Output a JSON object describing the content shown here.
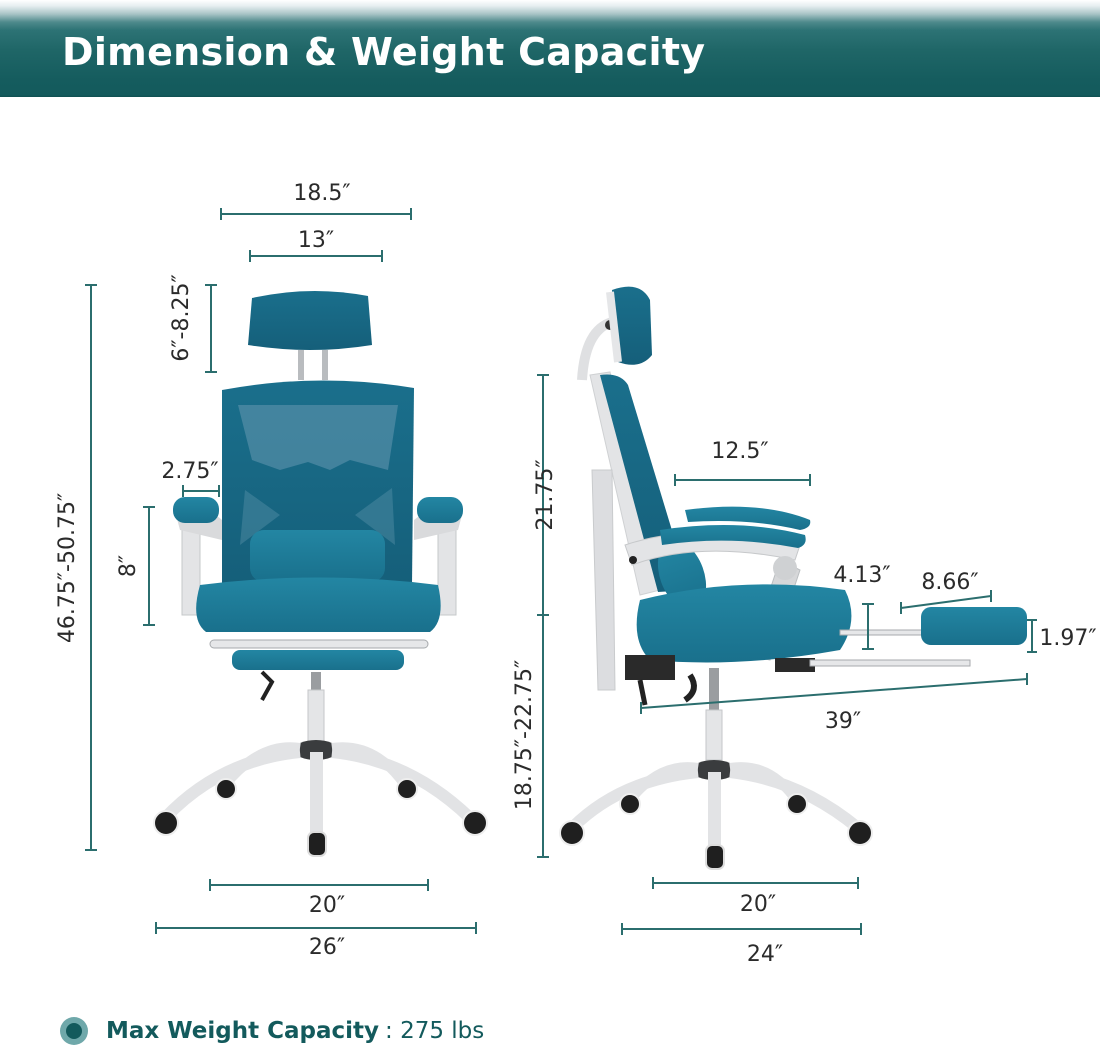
{
  "header": {
    "title": "Dimension & Weight Capacity"
  },
  "colors": {
    "brand_teal": "#135a5c",
    "dim_line": "#2b6e6e",
    "fabric_blue": "#1c7a96",
    "frame_white": "#e8e9ea"
  },
  "front_view": {
    "overall_width": "18.5″",
    "headrest_width": "13″",
    "headrest_adjust": "6″-8.25″",
    "total_height": "46.75″-50.75″",
    "armrest_width": "2.75″",
    "armrest_height": "8″",
    "seat_width": "20″",
    "base_width": "26″"
  },
  "side_view": {
    "backrest_height": "21.75″",
    "seat_height": "18.75″-22.75″",
    "armrest_length": "12.5″",
    "footrest_gap": "4.13″",
    "footrest_length": "8.66″",
    "footrest_thickness": "1.97″",
    "reclined_length": "39″",
    "seat_depth": "20″",
    "base_depth": "24″"
  },
  "footer": {
    "label": "Max Weight Capacity",
    "value": ": 275 lbs"
  }
}
